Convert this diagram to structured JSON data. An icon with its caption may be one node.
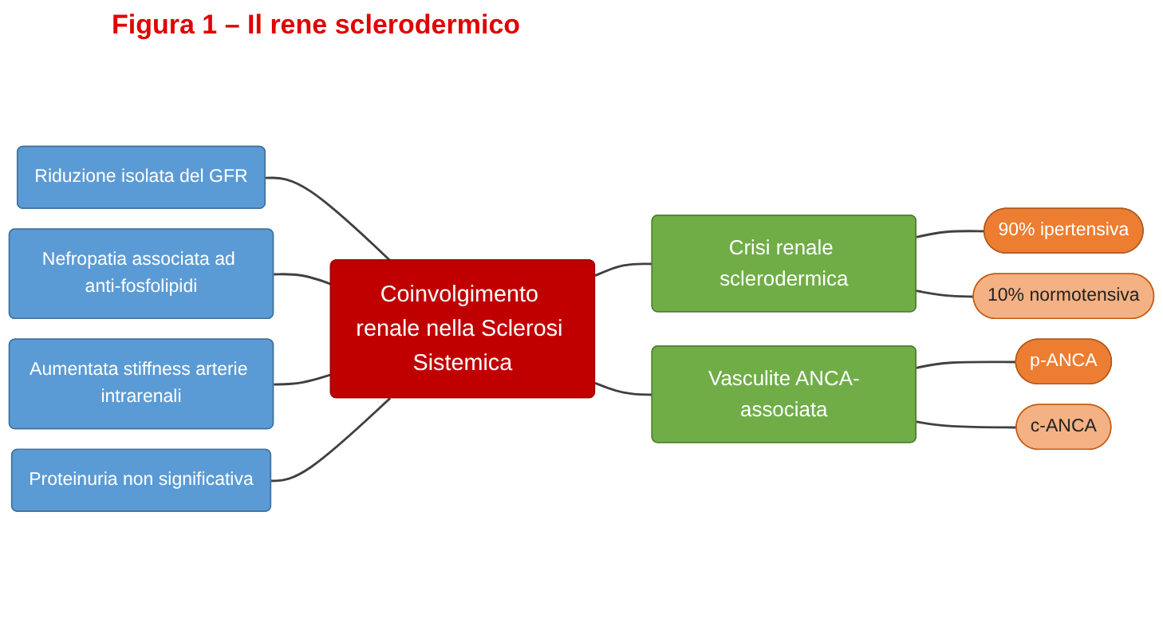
{
  "diagram": {
    "title": "Figura 1 – Il rene sclerodermico",
    "nodes": [
      {
        "text": [
          "Coinvolgimento renale nella Sclerosi Sistemica"
        ]
      },
      {
        "text": [
          "Riduzione isolata del GFR"
        ]
      },
      {
        "text": [
          "Nefropatia associata ad anti-fosfolipidi"
        ]
      },
      {
        "text": [
          "Aumentata stiffness arterie intrarenali"
        ]
      },
      {
        "text": [
          "Proteinuria non significativa"
        ]
      },
      {
        "text": [
          "Crisi renale sclerodermica"
        ]
      },
      {
        "text": [
          "90% ipertensiva"
        ]
      },
      {
        "text": [
          "10% normotensiva"
        ]
      },
      {
        "text": [
          "Vasculite ANCA-associata"
        ]
      },
      {
        "text": [
          "p-ANCA"
        ]
      },
      {
        "text": [
          "c-ANCA"
        ]
      }
    ],
    "edges": [
      {
        "from": 1,
        "to": 0,
        "arrow": "none"
      },
      {
        "from": 2,
        "to": 0,
        "arrow": "none"
      },
      {
        "from": 3,
        "to": 0,
        "arrow": "none"
      },
      {
        "from": 4,
        "to": 0,
        "arrow": "none"
      },
      {
        "from": 0,
        "to": 5,
        "arrow": "none"
      },
      {
        "from": 0,
        "to": 8,
        "arrow": "none"
      },
      {
        "from": 5,
        "to": 6,
        "arrow": "none"
      },
      {
        "from": 5,
        "to": 7,
        "arrow": "none"
      },
      {
        "from": 8,
        "to": 9,
        "arrow": "none"
      },
      {
        "from": 8,
        "to": 10,
        "arrow": "none"
      }
    ]
  }
}
